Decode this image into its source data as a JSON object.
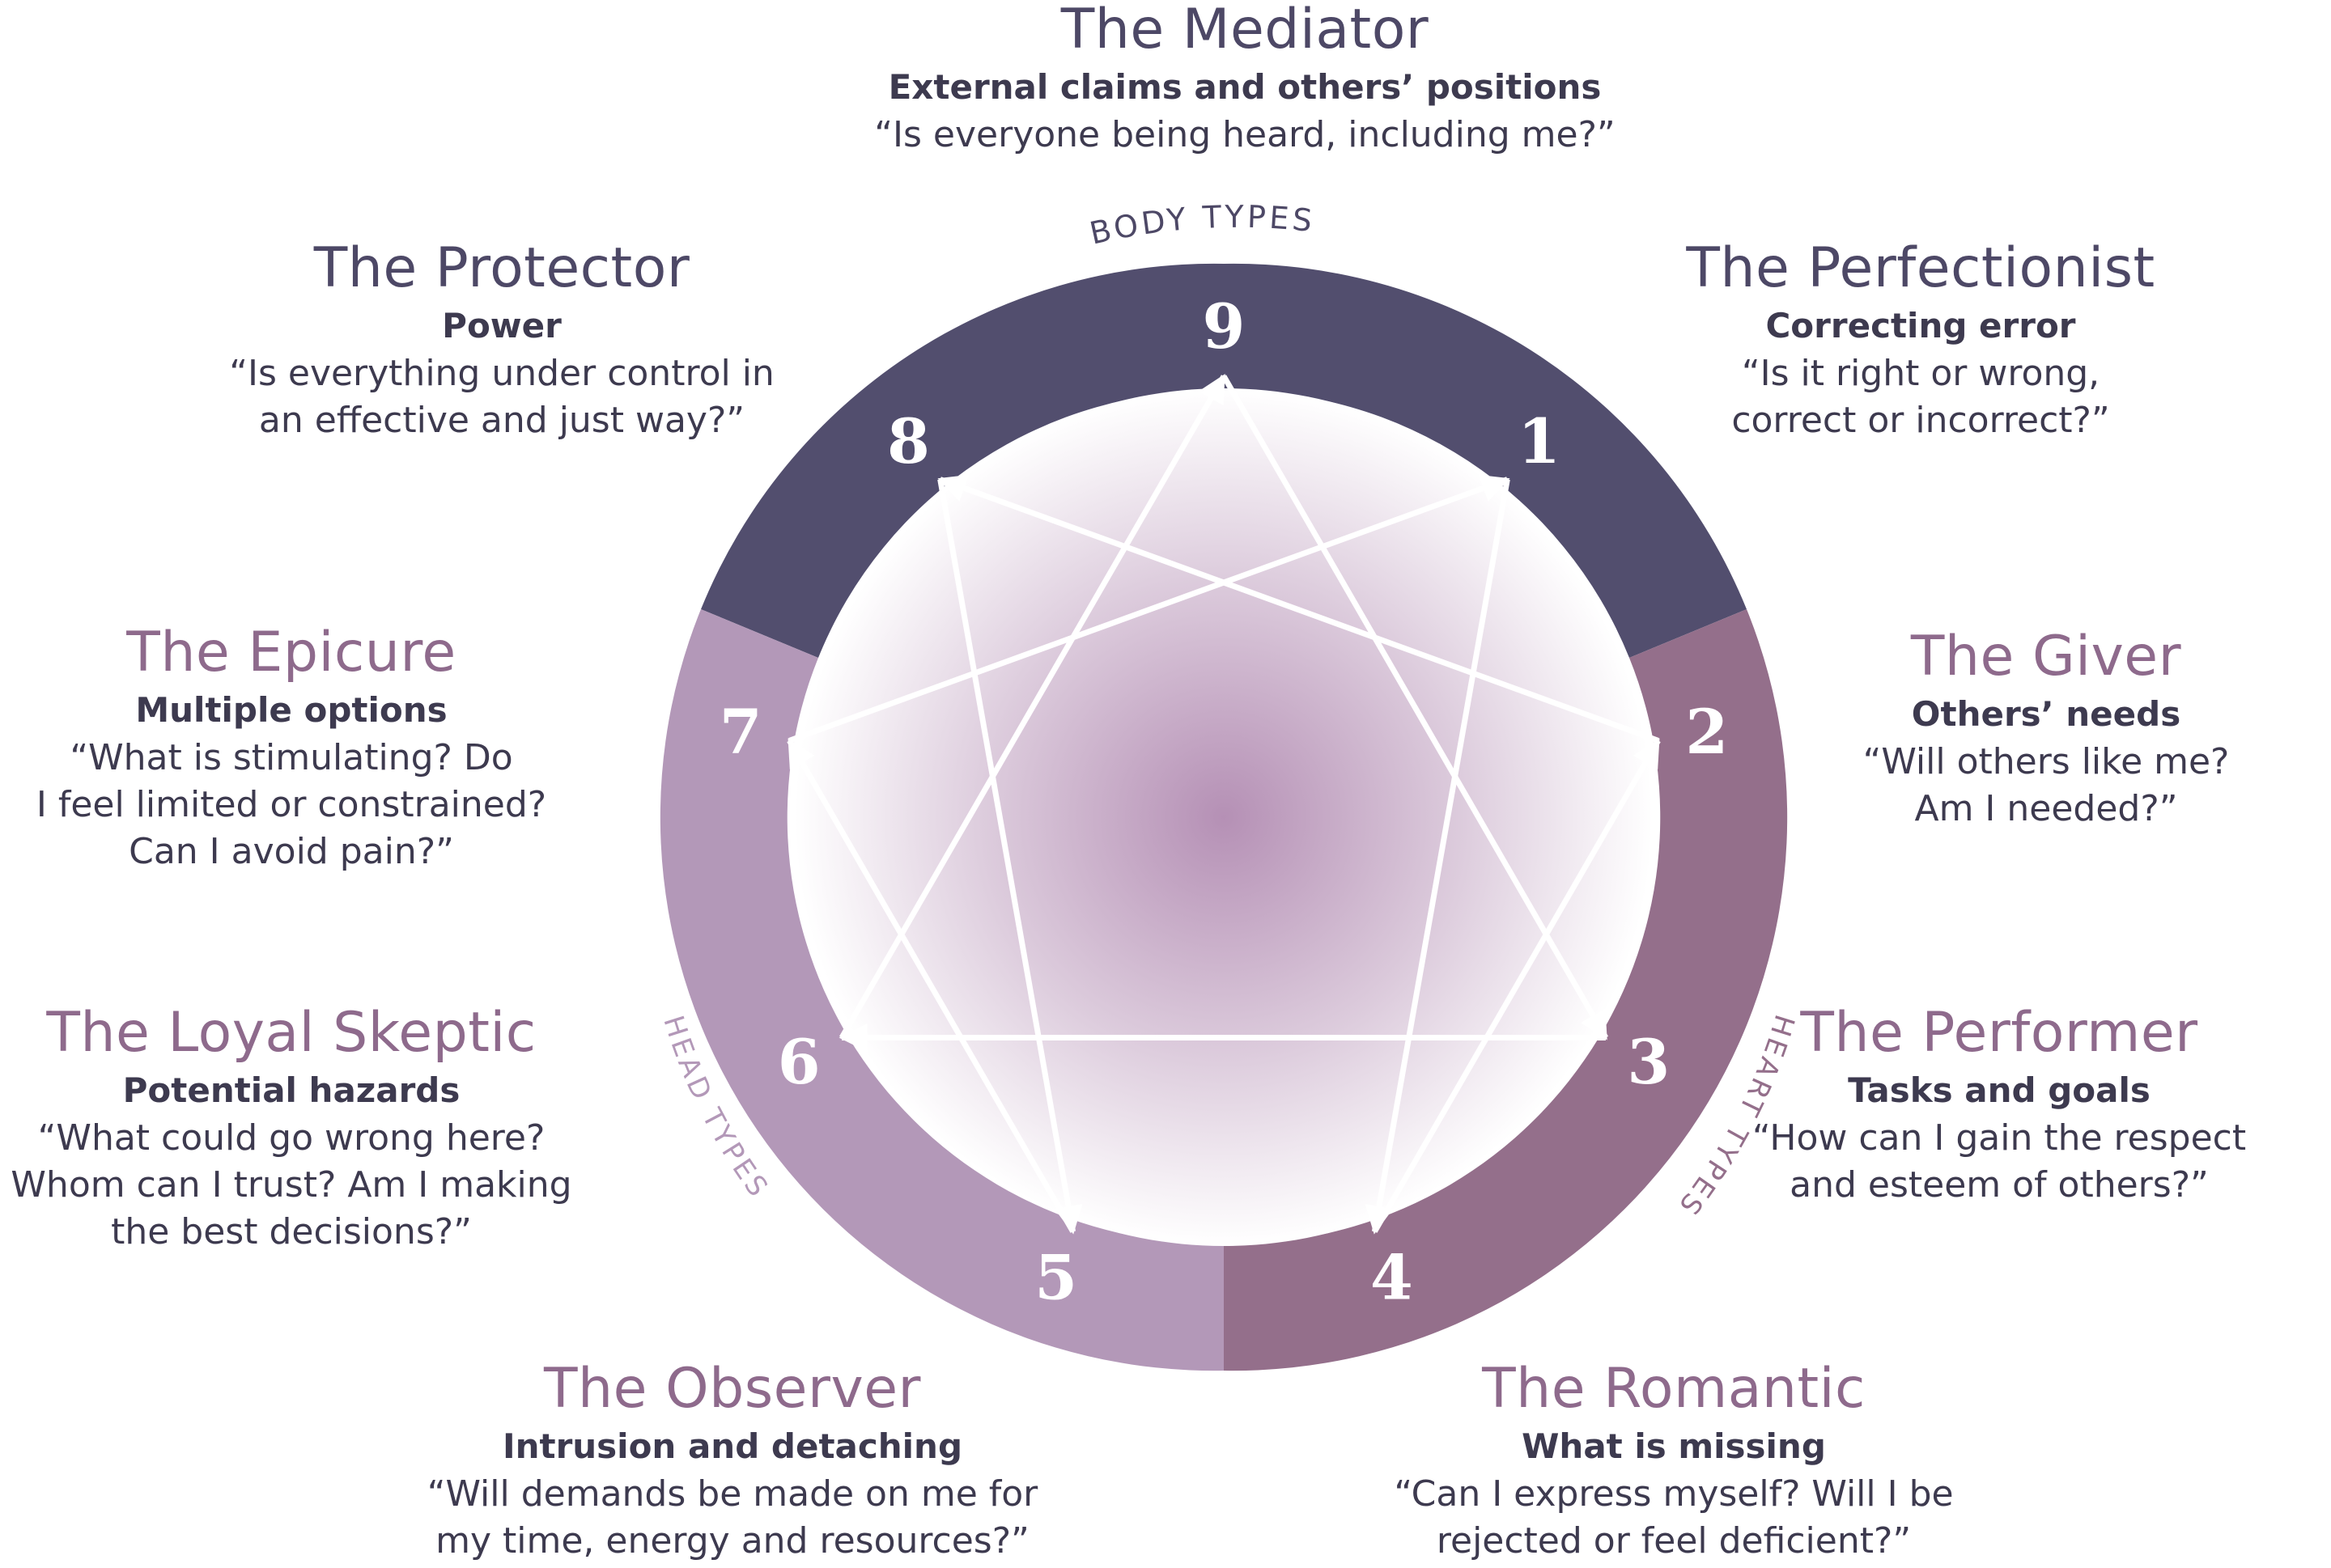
{
  "center_labels": {
    "body_types": "BODY TYPES",
    "heart_types": "HEART TYPES",
    "head_types": "HEAD TYPES"
  },
  "colors": {
    "body_band": "#524e6e",
    "heart_band": "#946f8b",
    "head_band": "#b398b8",
    "center_core": "#b590b5",
    "arrow": "#ffffff",
    "title_dark": "#4d4866",
    "title_light": "#8e6a8c"
  },
  "numbers": [
    "1",
    "2",
    "3",
    "4",
    "5",
    "6",
    "7",
    "8",
    "9"
  ],
  "types": [
    {
      "id": "9",
      "title": "The Mediator",
      "focus": "External claims and others’ positions",
      "question": "“Is everyone being heard, including me?”"
    },
    {
      "id": "1",
      "title": "The Perfectionist",
      "focus": "Correcting error",
      "question": "“Is it right or wrong,\ncorrect or incorrect?”"
    },
    {
      "id": "2",
      "title": "The Giver",
      "focus": "Others’ needs",
      "question": "“Will others like me?\nAm I needed?”"
    },
    {
      "id": "3",
      "title": "The Performer",
      "focus": "Tasks and goals",
      "question": "“How can I gain the respect\nand esteem of others?”"
    },
    {
      "id": "4",
      "title": "The Romantic",
      "focus": "What is missing",
      "question": "“Can I express myself? Will I be\nrejected or feel deficient?”"
    },
    {
      "id": "5",
      "title": "The Observer",
      "focus": "Intrusion and detaching",
      "question": "“Will demands be made on me for\nmy time, energy and resources?”"
    },
    {
      "id": "6",
      "title": "The Loyal Skeptic",
      "focus": "Potential hazards",
      "question": "“What could go wrong here?\nWhom can I trust? Am I making\nthe best decisions?”"
    },
    {
      "id": "7",
      "title": "The Epicure",
      "focus": "Multiple options",
      "question": "“What is stimulating? Do\nI feel limited or constrained?\nCan I avoid pain?”"
    },
    {
      "id": "8",
      "title": "The Protector",
      "focus": "Power",
      "question": "“Is everything under control in\nan effective and just way?”"
    }
  ]
}
